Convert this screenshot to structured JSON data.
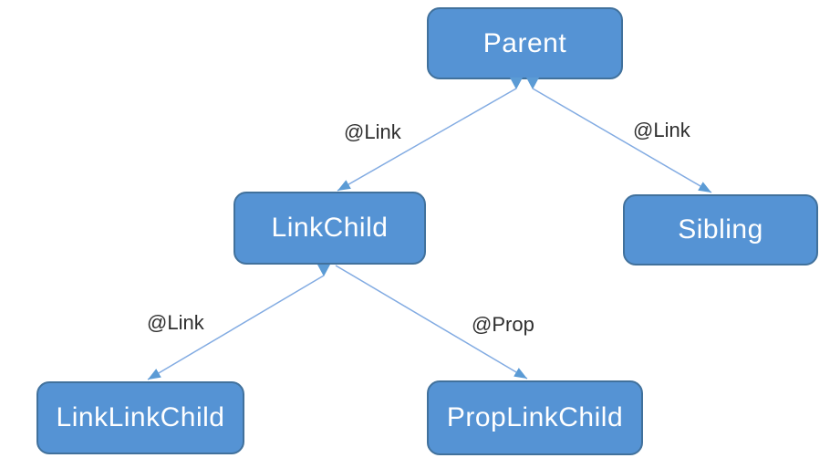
{
  "diagram": {
    "type": "tree-relationship-diagram",
    "nodes": [
      {
        "id": "parent",
        "label": "Parent"
      },
      {
        "id": "link-child",
        "label": "LinkChild"
      },
      {
        "id": "sibling",
        "label": "Sibling"
      },
      {
        "id": "link-link-child",
        "label": "LinkLinkChild"
      },
      {
        "id": "prop-link-child",
        "label": "PropLinkChild"
      }
    ],
    "edges": [
      {
        "from": "Parent",
        "to": "LinkChild",
        "label": "@Link",
        "arrowheads": "both-ends"
      },
      {
        "from": "Parent",
        "to": "Sibling",
        "label": "@Link",
        "arrowheads": "both-ends"
      },
      {
        "from": "LinkChild",
        "to": "LinkLinkChild",
        "label": "@Link",
        "arrowheads": "both-ends"
      },
      {
        "from": "LinkChild",
        "to": "PropLinkChild",
        "label": "@Prop",
        "arrowheads": "target-only"
      }
    ],
    "colors": {
      "node_fill": "#5593D4",
      "node_border": "#41719C",
      "node_text": "#FFFFFF",
      "edge_line": "#82ABE2",
      "arrow_fill": "#5B9BD5",
      "label_text": "#2E2E2E",
      "background": "#FFFFFF"
    }
  }
}
